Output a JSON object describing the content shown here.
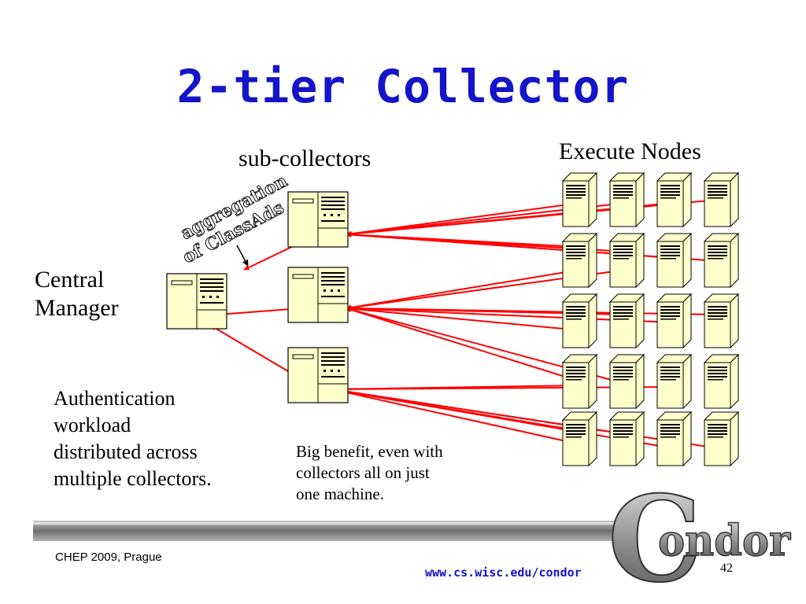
{
  "slide": {
    "title": "2-tier Collector",
    "footer_left": "CHEP 2009, Prague",
    "footer_url": "www.cs.wisc.edu/condor",
    "page_number": "42"
  },
  "labels": {
    "sub_collectors": "sub-collectors",
    "execute_nodes": "Execute Nodes",
    "central_manager": [
      "Central",
      "Manager"
    ],
    "aggregation": [
      "aggregation",
      "of ClassAds"
    ],
    "authentication": [
      "Authentication",
      "workload",
      "distributed across",
      "multiple collectors."
    ],
    "big_benefit": [
      "Big benefit, even with",
      "collectors all on just",
      "one machine."
    ]
  },
  "logo": {
    "initial": "C",
    "rest": "ondor"
  },
  "colors": {
    "title": "#1414c8",
    "arrow": "#ff0000",
    "machine_fill": "#ffffcc",
    "footer_bar": "#7f7f7f"
  },
  "icons": {
    "server": "server-tower-icon",
    "workstation": "workstation-icon"
  }
}
